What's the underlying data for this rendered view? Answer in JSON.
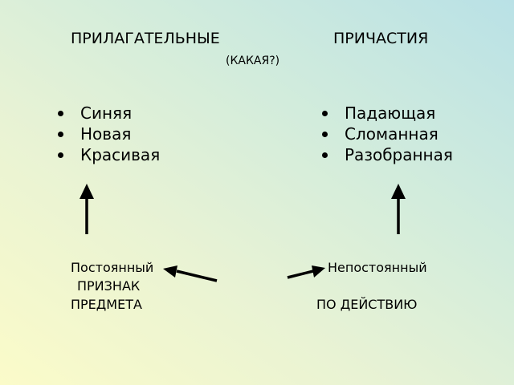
{
  "headings": {
    "adjectives": "ПРИЛАГАТЕЛЬНЫЕ",
    "participles": "ПРИЧАСТИЯ",
    "question": "(КАКАЯ?)"
  },
  "adjectives": [
    "Синяя",
    "Новая",
    "Красивая"
  ],
  "participles": [
    "Падающая",
    "Сломанная",
    "Разобранная"
  ],
  "bottom_left": {
    "line1": "Постоянный",
    "line2": "ПРИЗНАК",
    "line3": "ПРЕДМЕТА"
  },
  "bottom_right": {
    "line1": "Непостоянный",
    "line2": "ПО ДЕЙСТВИЮ"
  }
}
